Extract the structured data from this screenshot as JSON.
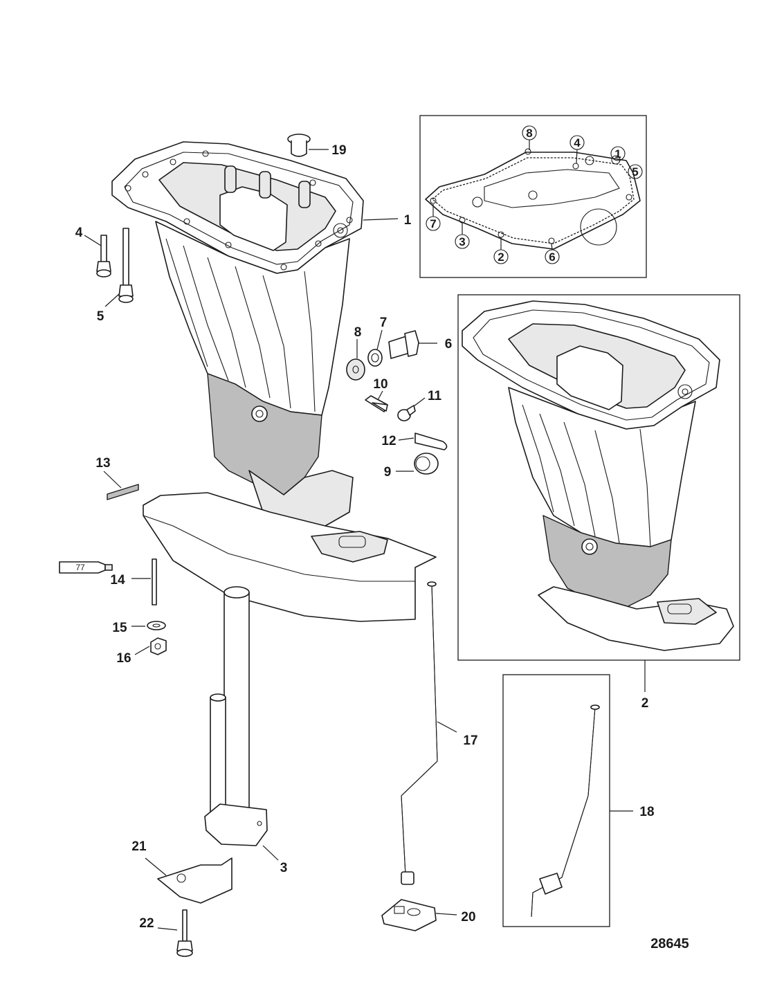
{
  "figure_number": "28645",
  "tube_label": "77",
  "callouts": {
    "c1": "1",
    "c2": "2",
    "c3": "3",
    "c4": "4",
    "c5": "5",
    "c6": "6",
    "c7": "7",
    "c8": "8",
    "c9": "9",
    "c10": "10",
    "c11": "11",
    "c12": "12",
    "c13": "13",
    "c14": "14",
    "c15": "15",
    "c16": "16",
    "c17": "17",
    "c18": "18",
    "c19": "19",
    "c20": "20",
    "c21": "21",
    "c22": "22"
  },
  "gasket_callouts": {
    "g1": "1",
    "g2": "2",
    "g3": "3",
    "g4": "4",
    "g5": "5",
    "g6": "6",
    "g7": "7",
    "g8": "8"
  }
}
